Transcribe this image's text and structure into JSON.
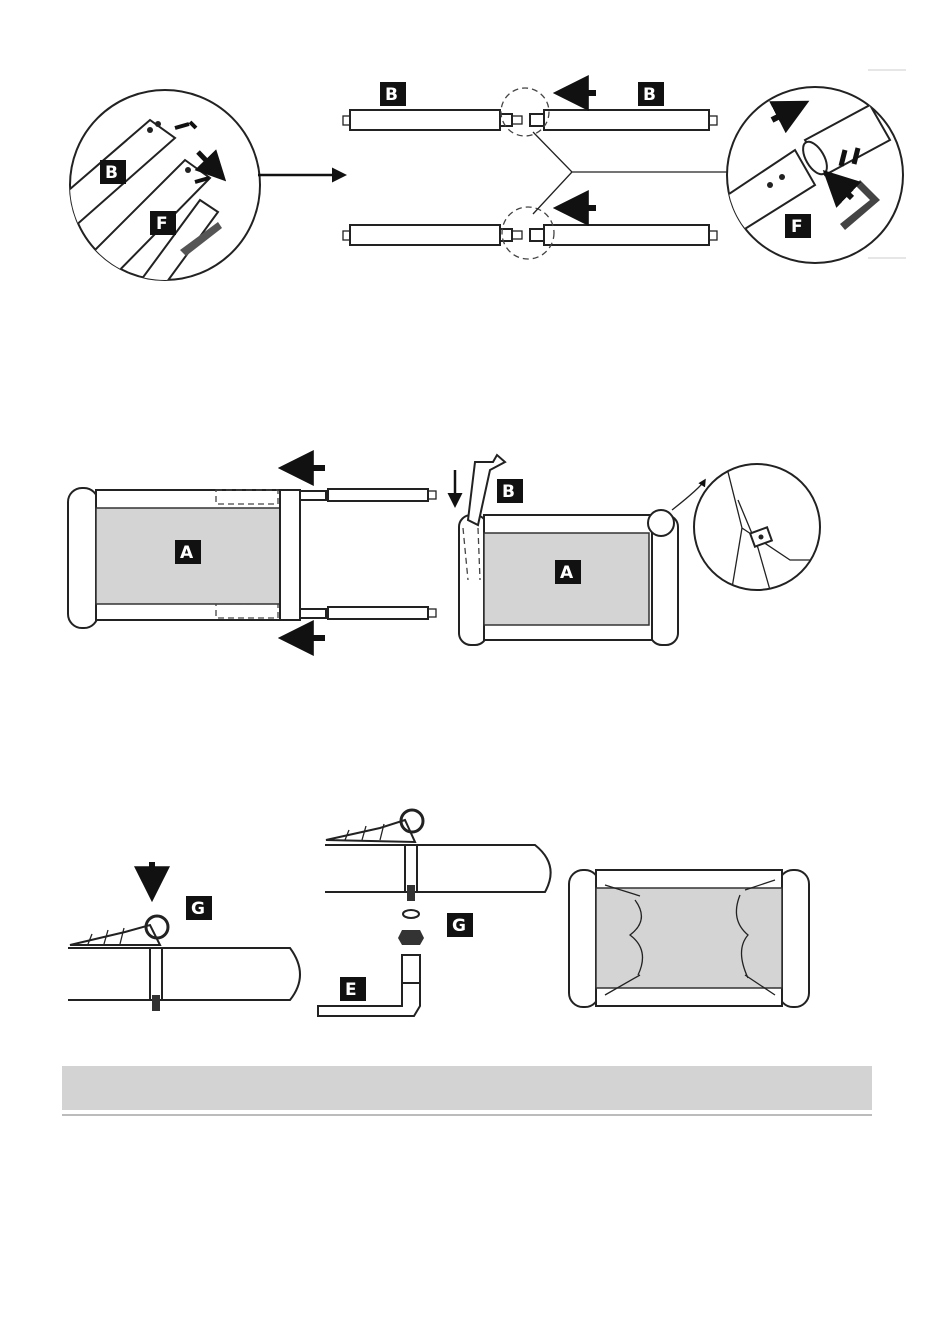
{
  "labels": {
    "step1": {
      "left_b": "B",
      "left_f": "F",
      "tube_b_left": "B",
      "tube_b_right": "B",
      "right_f": "F"
    },
    "step2": {
      "a_left": "A",
      "b_right": "B",
      "a_right": "A"
    },
    "step3": {
      "g_left": "G",
      "g_middle": "G",
      "e_middle": "E"
    }
  },
  "colors": {
    "fabric": "#d4d4d4",
    "outline": "#222222",
    "footer_bar": "#d3d3d3"
  }
}
